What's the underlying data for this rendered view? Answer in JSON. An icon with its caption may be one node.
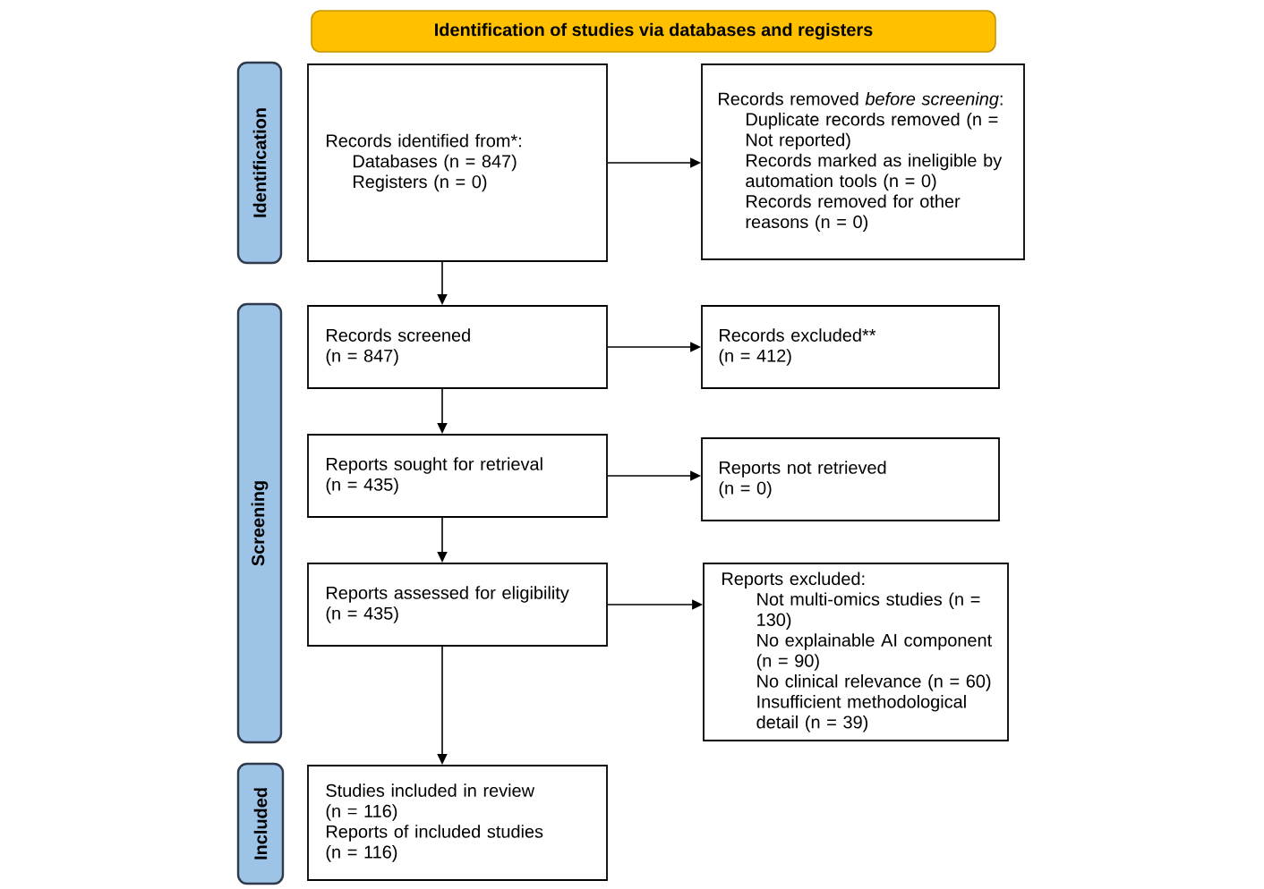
{
  "diagram": {
    "nodes": [
      {
        "text": [
          "Identification of studies via databases and registers"
        ]
      },
      {
        "text": [
          "Identification"
        ]
      },
      {
        "text": [
          "Records identified from*:",
          "Databases (n = 847)",
          "Registers (n = 0)"
        ]
      },
      {
        "text": [
          "Records removed *before screening*:",
          "Duplicate records removed (n = Not reported)",
          "Records marked as ineligible by automation tools (n = 0)",
          "Records removed for other reasons (n = 0)"
        ]
      },
      {
        "text": [
          "Screening"
        ]
      },
      {
        "text": [
          "Records screened (n = 847)"
        ]
      },
      {
        "text": [
          "Records excluded** (n = 412)"
        ]
      },
      {
        "text": [
          "Reports sought for retrieval (n = 435)"
        ]
      },
      {
        "text": [
          "Reports not retrieved (n = 0)"
        ]
      },
      {
        "text": [
          "Reports assessed for eligibility (n = 435)"
        ]
      },
      {
        "text": [
          "Reports excluded:",
          "Not multi-omics studies (n = 130)",
          "No explainable AI component (n = 90)",
          "No clinical relevance (n = 60)",
          "Insufficient methodological detail (n = 39)"
        ]
      },
      {
        "text": [
          "Included"
        ]
      },
      {
        "text": [
          "Studies included in review (n = 116)",
          "Reports of included studies (n = 116)"
        ]
      }
    ],
    "edges": [
      {
        "from": 2,
        "to": 3,
        "arrow": "to"
      },
      {
        "from": 2,
        "to": 5,
        "arrow": "to"
      },
      {
        "from": 5,
        "to": 6,
        "arrow": "to"
      },
      {
        "from": 5,
        "to": 7,
        "arrow": "to"
      },
      {
        "from": 7,
        "to": 8,
        "arrow": "to"
      },
      {
        "from": 7,
        "to": 9,
        "arrow": "to"
      },
      {
        "from": 9,
        "to": 10,
        "arrow": "to"
      },
      {
        "from": 9,
        "to": 12,
        "arrow": "to"
      }
    ]
  }
}
